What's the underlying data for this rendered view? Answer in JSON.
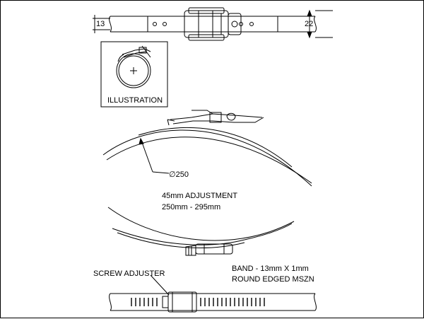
{
  "top_view": {
    "dim_left": "13",
    "dim_right": "22"
  },
  "illustration": {
    "caption": "ILLUSTRATION"
  },
  "main_view": {
    "diameter": "∅250",
    "adjustment_line1": "45mm ADJUSTMENT",
    "adjustment_line2": "250mm - 295mm",
    "band_line1": "BAND - 13mm X 1mm",
    "band_line2": "ROUND EDGED MSZN"
  },
  "screw_view": {
    "caption": "SCREW ADJUSTER"
  }
}
